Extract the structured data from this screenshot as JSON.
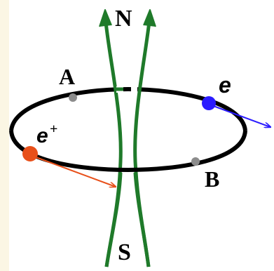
{
  "diagram": {
    "labels": {
      "north": "N",
      "south": "S",
      "point_a": "A",
      "point_b": "B",
      "electron": "e",
      "positron_base": "e",
      "positron_sup": "+"
    },
    "colors": {
      "ring": "#000000",
      "field_lines": "#1f7a2a",
      "electron": "#2a1bff",
      "positron": "#e8501a",
      "points": "#8c8c8c",
      "left_strip": "#fbf6e4"
    },
    "icons": {
      "north_arrows": "arrow-up-icon",
      "velocity_arrows": "arrow-right-icon"
    }
  }
}
